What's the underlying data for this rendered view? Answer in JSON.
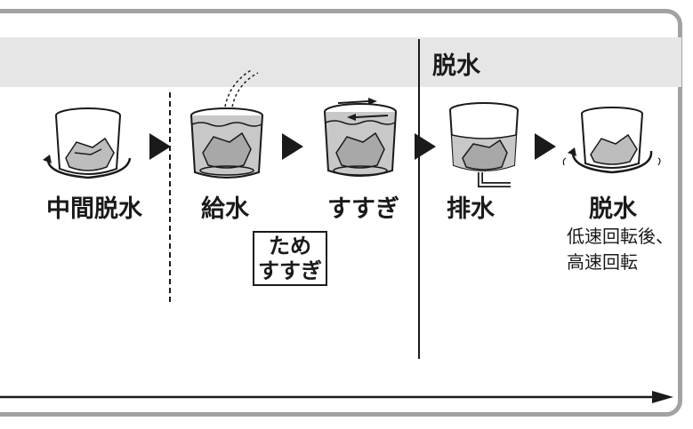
{
  "section": {
    "title": "脱水"
  },
  "steps": [
    {
      "label": "中間脱水"
    },
    {
      "label": "給水"
    },
    {
      "label": "すすぎ"
    },
    {
      "label": "排水"
    },
    {
      "label": "脱水"
    }
  ],
  "tame_box": {
    "line1": "ため",
    "line2": "すすぎ"
  },
  "spin_note": {
    "line1": "低速回転後、",
    "line2": "高速回転"
  },
  "colors": {
    "border": "#a2a2a2",
    "band": "#e6e6e6",
    "ink": "#1a1a1a",
    "water": "#c8c8c8"
  },
  "icons": [
    "tub-spin-icon",
    "tub-fill-icon",
    "tub-rinse-icon",
    "tub-drain-icon",
    "tub-spin-final-icon",
    "step-arrow-icon",
    "timeline-arrow-icon"
  ]
}
